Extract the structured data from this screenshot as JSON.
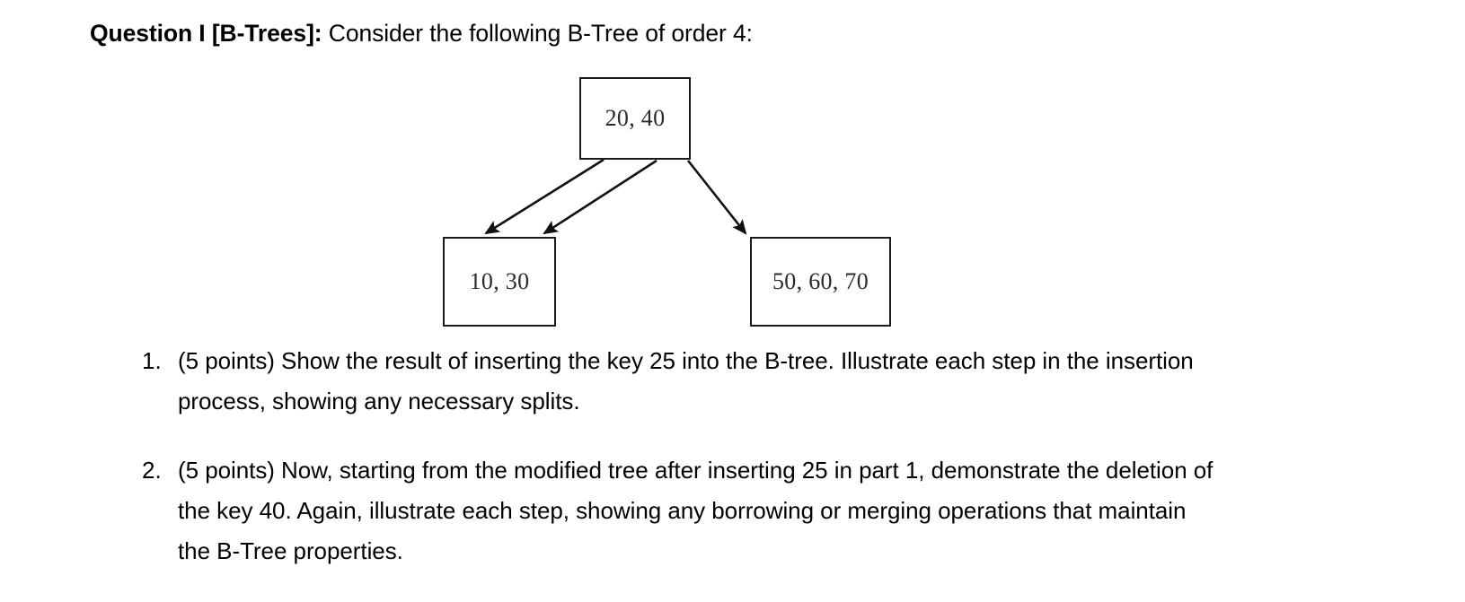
{
  "heading": {
    "bold_part": "Question I [B-Trees]:",
    "rest": " Consider the following B-Tree of order 4:"
  },
  "diagram": {
    "name": "b-tree-of-order-4",
    "order": 4,
    "stroke_color": "#1a1a1a",
    "text_color": "#2b2b2b",
    "nodes": {
      "root": "20, 40",
      "child_left": "10, 30",
      "child_right": "50, 60, 70"
    },
    "edges": [
      {
        "from": "root",
        "to": "child_left",
        "label": ""
      },
      {
        "from": "root",
        "to": "child_left",
        "label": ""
      },
      {
        "from": "root",
        "to": "child_right",
        "label": ""
      }
    ]
  },
  "list": {
    "items": [
      {
        "marker": "1.",
        "text": "(5 points) Show the result of inserting the key 25 into the B-tree. Illustrate each step in the insertion process, showing any necessary splits."
      },
      {
        "marker": "2.",
        "text": "(5 points) Now, starting from the modified tree after inserting 25 in part 1, demonstrate the deletion of the key 40. Again, illustrate each step, showing any borrowing or merging operations that maintain the B-Tree properties."
      }
    ]
  }
}
